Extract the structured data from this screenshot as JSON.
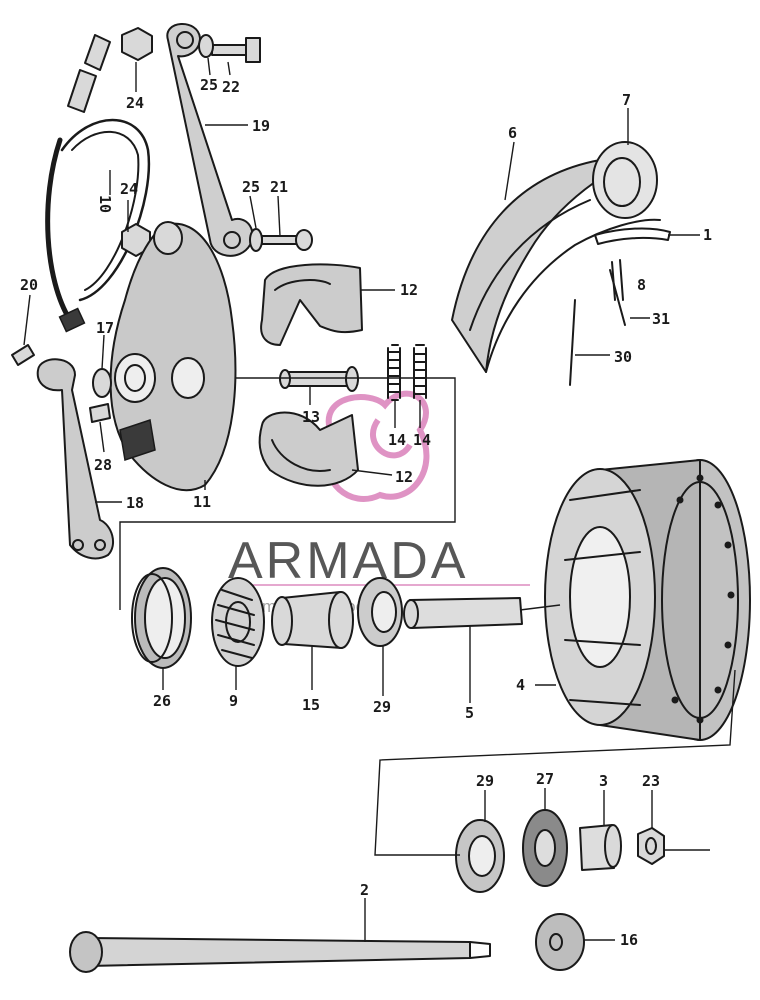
{
  "watermark": {
    "brand": "ARMADA",
    "subtitle": "motosdeepoca"
  },
  "labels": [
    "1",
    "2",
    "3",
    "4",
    "5",
    "6",
    "7",
    "8",
    "9",
    "10",
    "11",
    "12",
    "12",
    "13",
    "14",
    "14",
    "15",
    "16",
    "17",
    "18",
    "19",
    "20",
    "21",
    "22",
    "23",
    "24",
    "24",
    "25",
    "25",
    "26",
    "27",
    "28",
    "29",
    "29",
    "30",
    "31"
  ]
}
